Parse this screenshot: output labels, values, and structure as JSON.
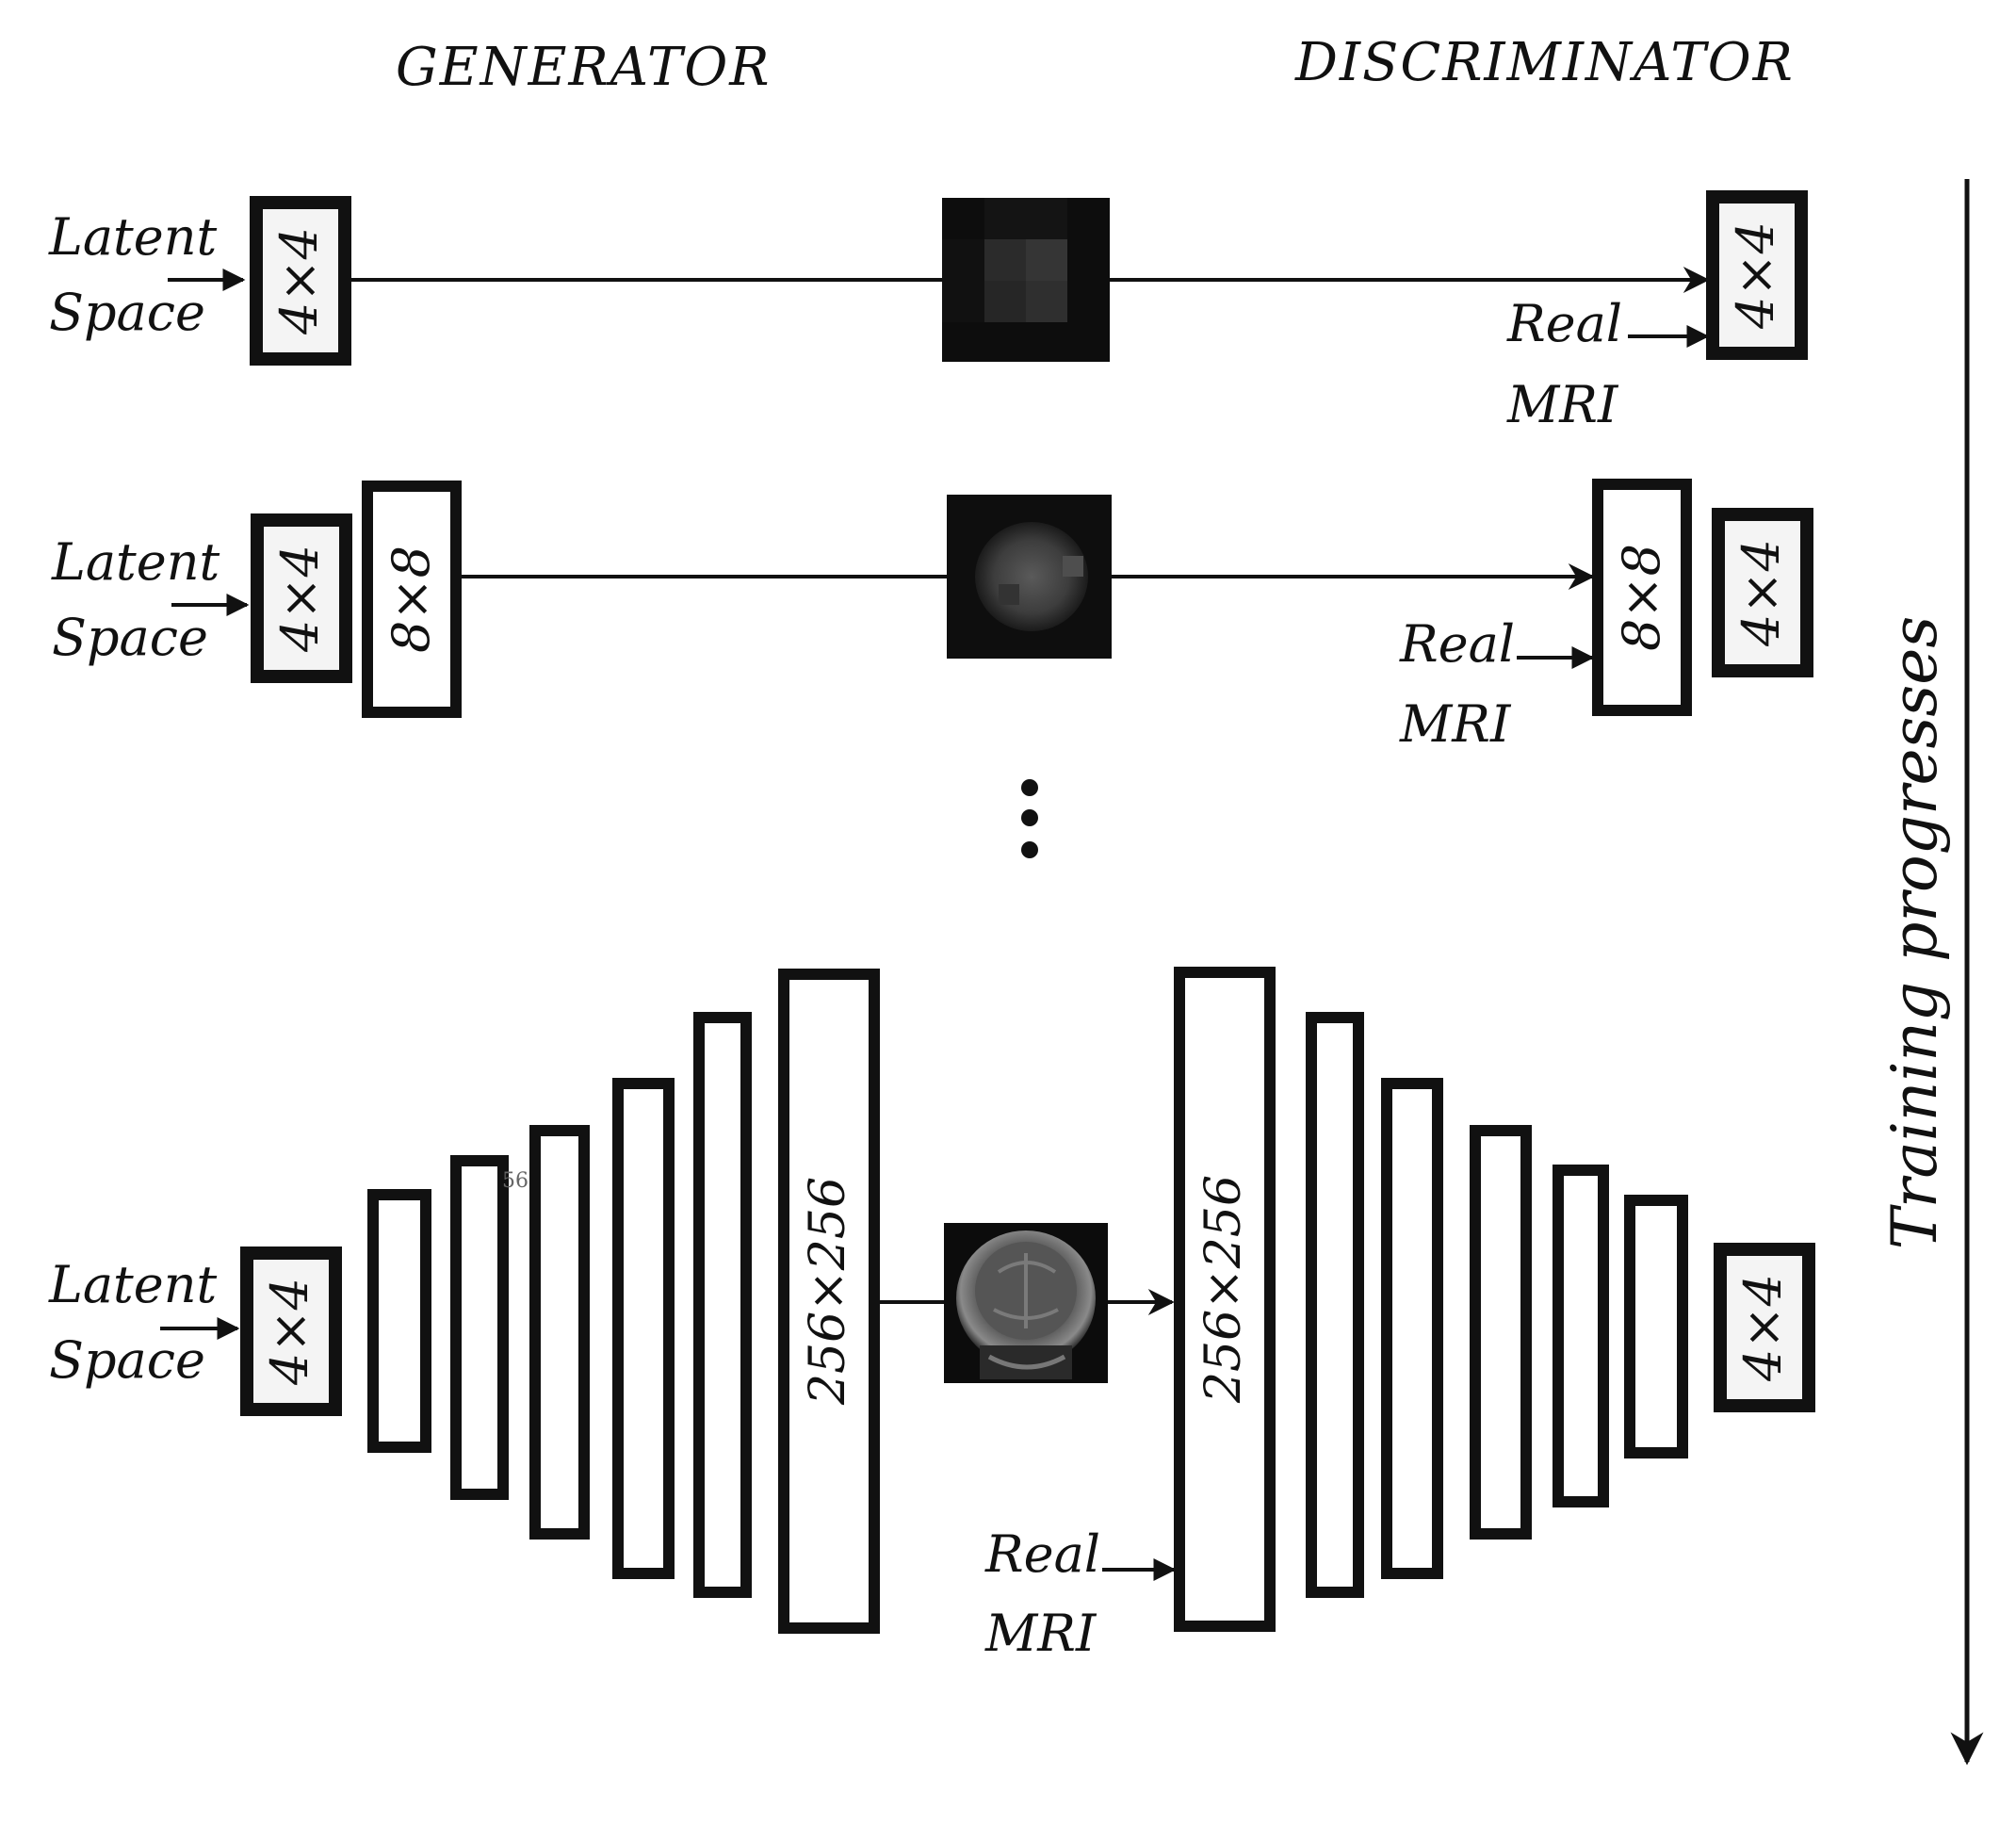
{
  "headers": {
    "generator": "GENERATOR",
    "discriminator": "DISCRIMINATOR"
  },
  "latent": {
    "line1": "Latent",
    "line2": "Space"
  },
  "real_mri": {
    "line1": "Real",
    "line2": "MRI"
  },
  "blocks": {
    "b4": "4×4",
    "b8": "8×8",
    "b256": "256×256"
  },
  "stray_fragment": "56",
  "ellipsis_count": 3,
  "training_label": "Training progresses",
  "images": {
    "stage1": "generated-image-4x4",
    "stage2": "generated-image-8x8",
    "stage3": "generated-image-256x256-mri"
  }
}
